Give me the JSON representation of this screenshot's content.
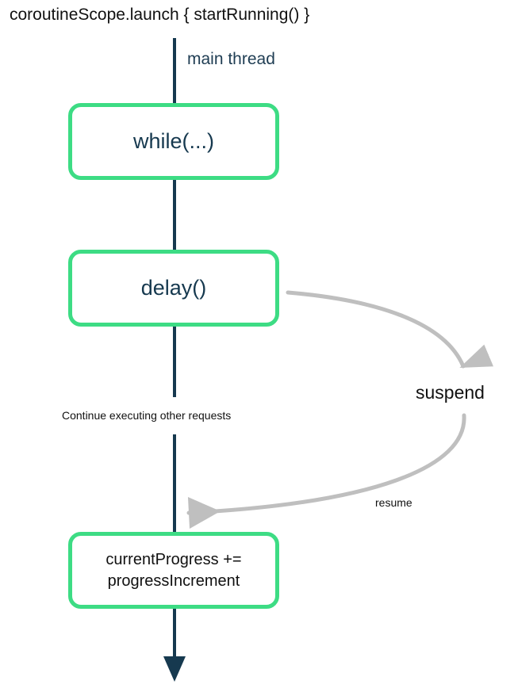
{
  "diagram": {
    "title": "coroutineScope.launch { startRunning() }",
    "lifeline_label": "main thread",
    "colors": {
      "node_border": "#3ddc84",
      "lifeline": "#16394f",
      "node_text": "#16394f",
      "suspend_arrow": "#bfbfbf",
      "background": "#ffffff"
    },
    "nodes": [
      {
        "id": "while",
        "label": "while(...)"
      },
      {
        "id": "delay",
        "label": "delay()"
      },
      {
        "id": "progress",
        "line1": "currentProgress +=",
        "line2": "progressIncrement"
      }
    ],
    "annotations": {
      "continue_note": "Continue executing other requests",
      "suspend": "suspend",
      "resume": "resume"
    }
  }
}
